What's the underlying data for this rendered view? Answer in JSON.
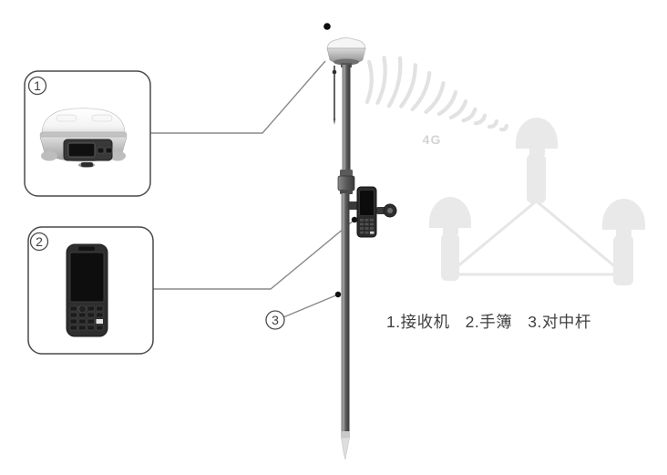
{
  "callouts": {
    "n1": "1",
    "n2": "2",
    "n3": "3"
  },
  "signal_label": "4G",
  "legend": {
    "items": [
      {
        "text": "1.接收机"
      },
      {
        "text": "2.手簿"
      },
      {
        "text": "3.对中杆"
      }
    ]
  },
  "graphics": {
    "receiver_icon": "gnss-receiver",
    "controller_icon": "handheld-controller",
    "pole_icon": "centering-pole",
    "network_icon": "reference-station-network",
    "signal_icon": "4g-signal-waves"
  },
  "colors": {
    "background": "#ffffff",
    "outline": "#4a4a4a",
    "leader_line": "#8a8a8a",
    "anchor_dot": "#111111",
    "faded_gray": "#e9e9e9",
    "signal_gray": "#e2e2e2",
    "signal_text": "#d4d4d4",
    "caption_text": "#3f3f3f"
  }
}
